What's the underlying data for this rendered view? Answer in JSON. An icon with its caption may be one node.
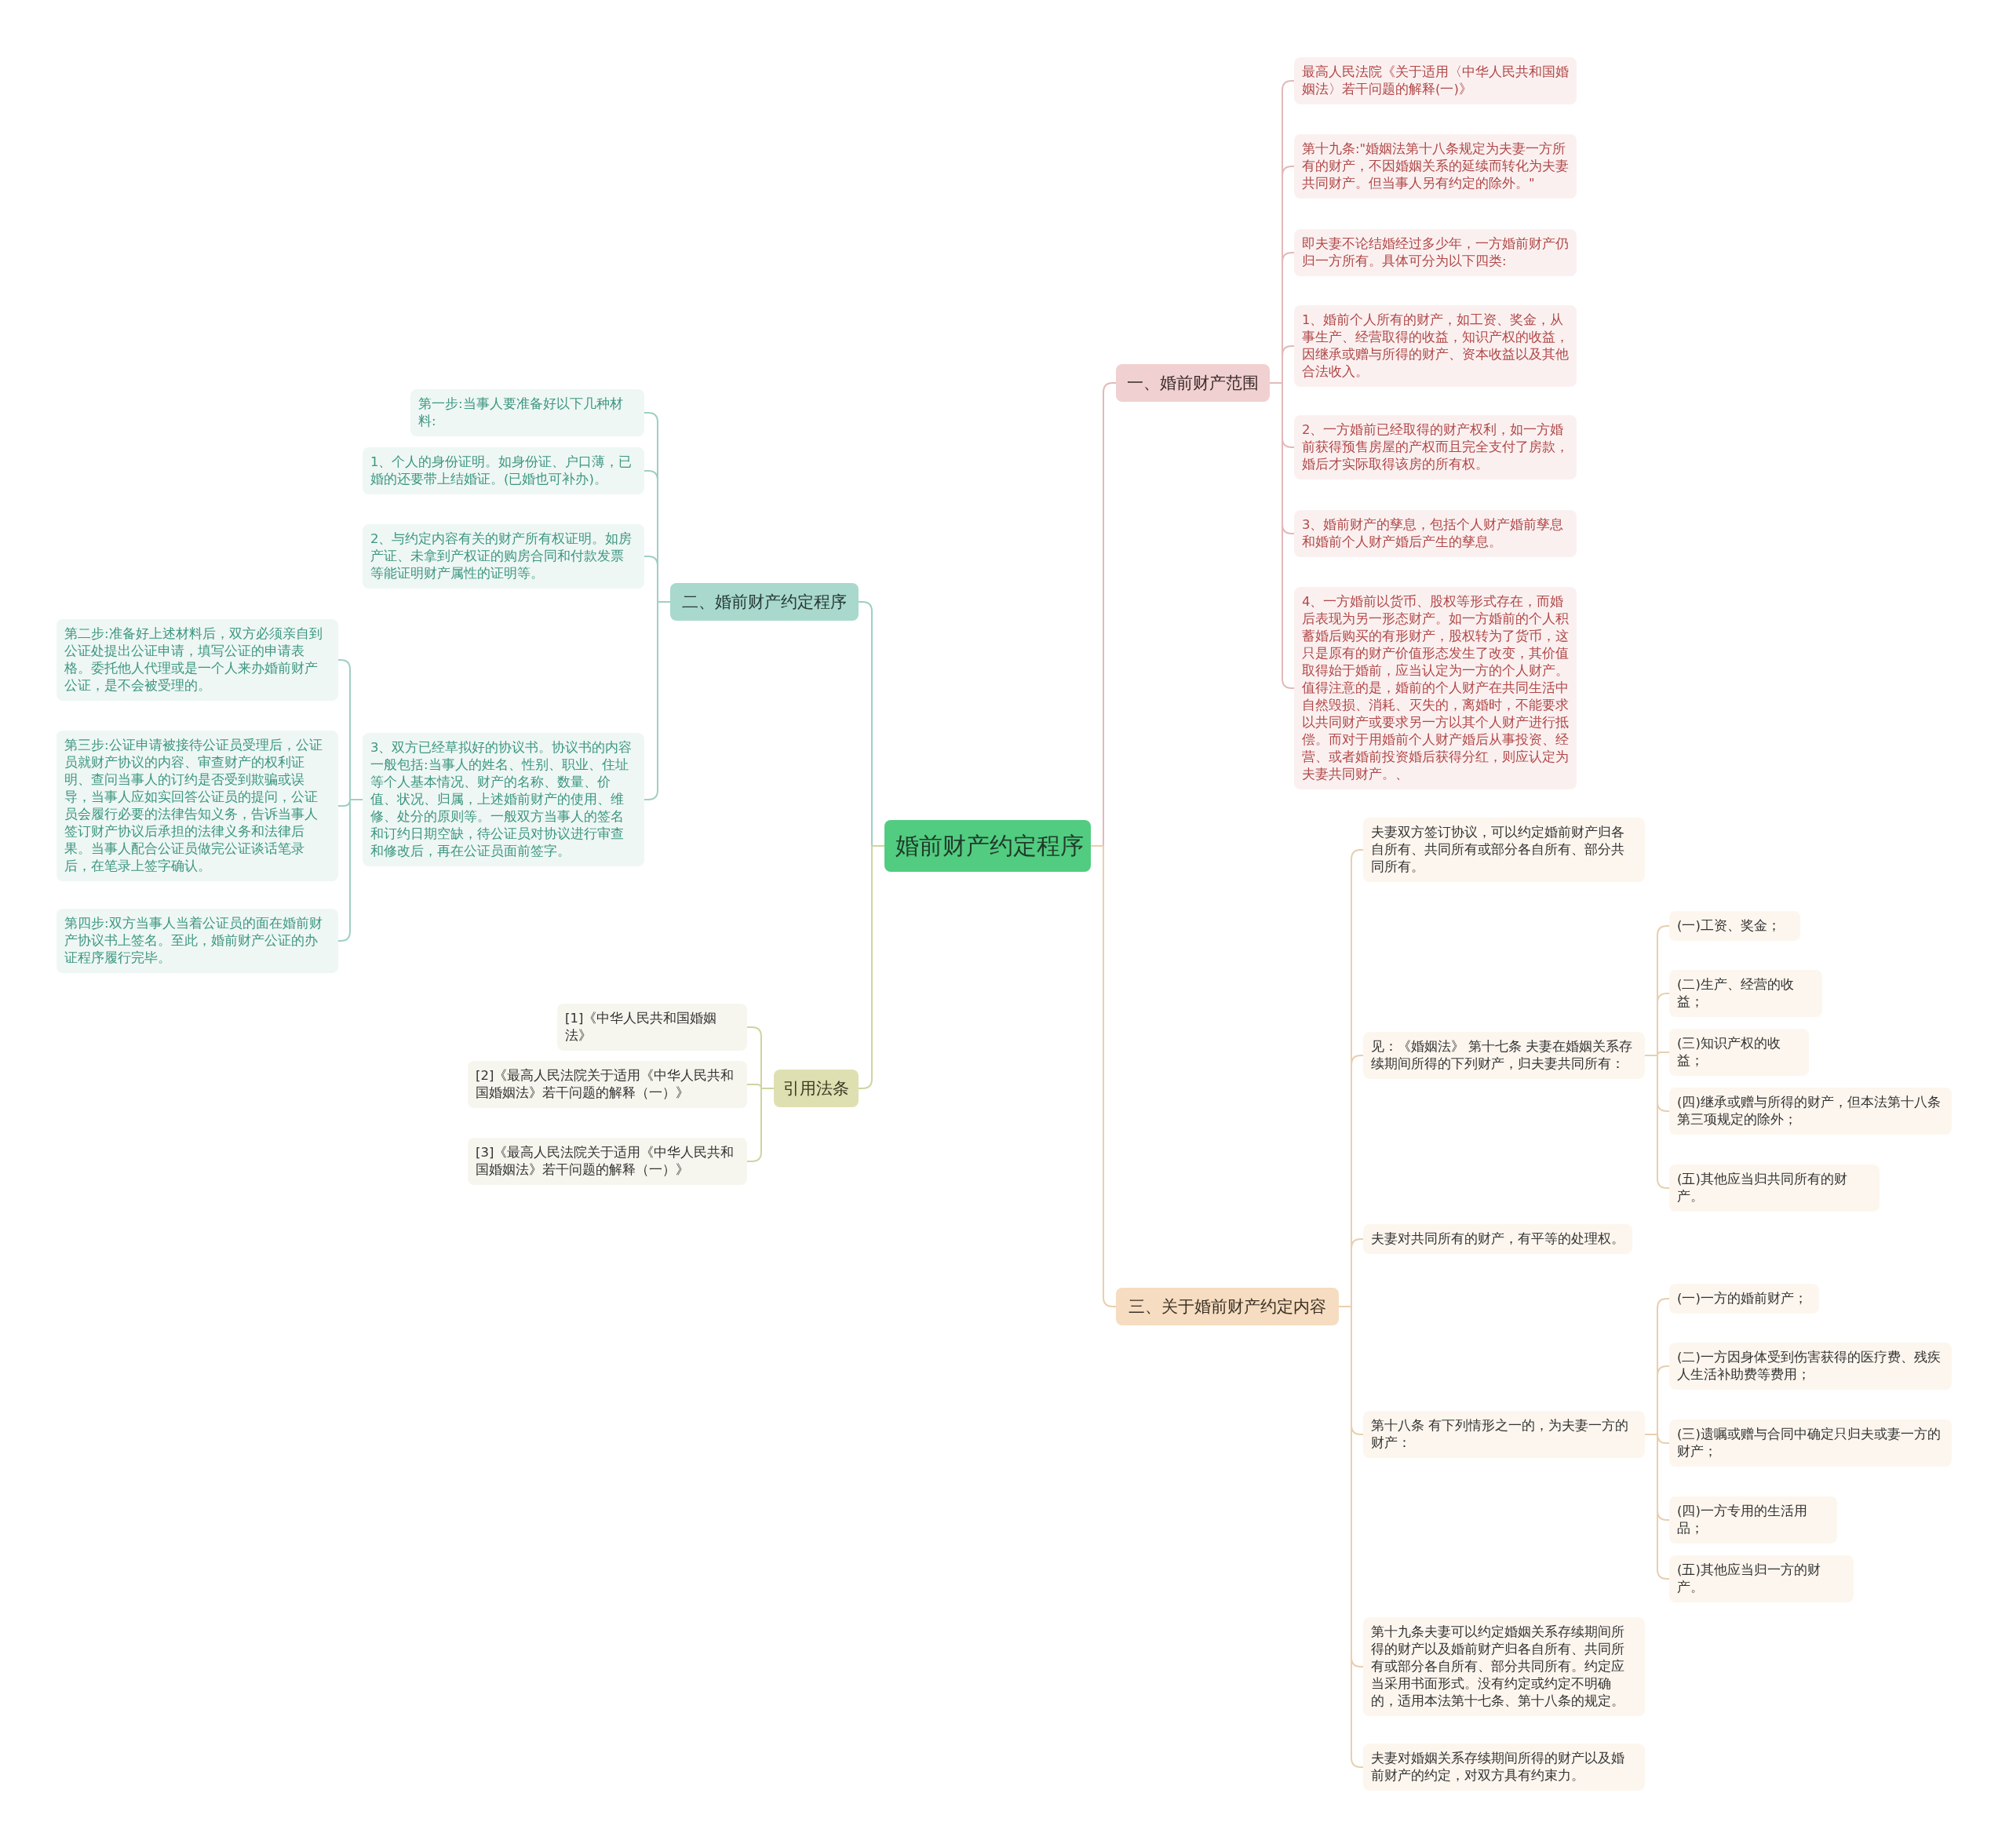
{
  "diagram": {
    "nodes": [
      {
        "text": [
          "婚前财产约定程序"
        ]
      },
      {
        "text": [
          "一、婚前财产范围"
        ]
      },
      {
        "text": [
          "最高人民法院《关于适用〈中华人民共和国婚姻法〉若干问题的解释(一)》"
        ]
      },
      {
        "text": [
          "第十九条:\"婚姻法第十八条规定为夫妻一方所有的财产，不因婚姻关系的延续而转化为夫妻共同财产。但当事人另有约定的除外。\""
        ]
      },
      {
        "text": [
          "即夫妻不论结婚经过多少年，一方婚前财产仍归一方所有。具体可分为以下四类:"
        ]
      },
      {
        "text": [
          "1、婚前个人所有的财产，如工资、奖金，从事生产、经营取得的收益，知识产权的收益，因继承或赠与所得的财产、资本收益以及其他合法收入。"
        ]
      },
      {
        "text": [
          "2、一方婚前已经取得的财产权利，如一方婚前获得预售房屋的产权而且完全支付了房款，婚后才实际取得该房的所有权。"
        ]
      },
      {
        "text": [
          "3、婚前财产的孳息，包括个人财产婚前孳息和婚前个人财产婚后产生的孳息。"
        ]
      },
      {
        "text": [
          "4、一方婚前以货币、股权等形式存在，而婚后表现为另一形态财产。如一方婚前的个人积蓄婚后购买的有形财产，股权转为了货币，这只是原有的财产价值形态发生了改变，其价值取得始于婚前，应当认定为一方的个人财产。值得注意的是，婚前的个人财产在共同生活中自然毁损、消耗、灭失的，离婚时，不能要求以共同财产或要求另一方以其个人财产进行抵偿。而对于用婚前个人财产婚后从事投资、经营、或者婚前投资婚后获得分红，则应认定为夫妻共同财产。、"
        ]
      },
      {
        "text": [
          "二、婚前财产约定程序"
        ]
      },
      {
        "text": [
          "第一步:当事人要准备好以下几种材料:"
        ]
      },
      {
        "text": [
          "1、个人的身份证明。如身份证、户口薄，已婚的还要带上结婚证。(已婚也可补办)。"
        ]
      },
      {
        "text": [
          "2、与约定内容有关的财产所有权证明。如房产证、未拿到产权证的购房合同和付款发票等能证明财产属性的证明等。"
        ]
      },
      {
        "text": [
          "3、双方已经草拟好的协议书。协议书的内容一般包括:当事人的姓名、性别、职业、住址等个人基本情况、财产的名称、数量、价值、状况、归属，上述婚前财产的使用、维修、处分的原则等。一般双方当事人的签名和订约日期空缺，待公证员对协议进行审查和修改后，再在公证员面前签字。"
        ]
      },
      {
        "text": [
          "第二步:准备好上述材料后，双方必须亲自到公证处提出公证申请，填写公证的申请表格。委托他人代理或是一个人来办婚前财产公证，是不会被受理的。"
        ]
      },
      {
        "text": [
          "第三步:公证申请被接待公证员受理后，公证员就财产协议的内容、审查财产的权利证明、查问当事人的订约是否受到欺骗或误导，当事人应如实回答公证员的提问，公证员会履行必要的法律告知义务，告诉当事人签订财产协议后承担的法律义务和法律后果。当事人配合公证员做完公证谈话笔录后，在笔录上签字确认。"
        ]
      },
      {
        "text": [
          "第四步:双方当事人当着公证员的面在婚前财产协议书上签名。至此，婚前财产公证的办证程序履行完毕。"
        ]
      },
      {
        "text": [
          "引用法条"
        ]
      },
      {
        "text": [
          "[1]《中华人民共和国婚姻法》"
        ]
      },
      {
        "text": [
          "[2]《最高人民法院关于适用《中华人民共和国婚姻法》若干问题的解释（一）》"
        ]
      },
      {
        "text": [
          "[3]《最高人民法院关于适用《中华人民共和国婚姻法》若干问题的解释（一）》"
        ]
      },
      {
        "text": [
          "三、关于婚前财产约定内容"
        ]
      },
      {
        "text": [
          "夫妻双方签订协议，可以约定婚前财产归各自所有、共同所有或部分各自所有、部分共同所有。"
        ]
      },
      {
        "text": [
          "见：《婚姻法》 第十七条 夫妻在婚姻关系存续期间所得的下列财产，归夫妻共同所有："
        ]
      },
      {
        "text": [
          "(一)工资、奖金；"
        ]
      },
      {
        "text": [
          "(二)生产、经营的收益；"
        ]
      },
      {
        "text": [
          "(三)知识产权的收益；"
        ]
      },
      {
        "text": [
          "(四)继承或赠与所得的财产，但本法第十八条第三项规定的除外；"
        ]
      },
      {
        "text": [
          "(五)其他应当归共同所有的财产。"
        ]
      },
      {
        "text": [
          "夫妻对共同所有的财产，有平等的处理权。"
        ]
      },
      {
        "text": [
          "第十八条 有下列情形之一的，为夫妻一方的财产："
        ]
      },
      {
        "text": [
          "(一)一方的婚前财产；"
        ]
      },
      {
        "text": [
          "(二)一方因身体受到伤害获得的医疗费、残疾人生活补助费等费用；"
        ]
      },
      {
        "text": [
          "(三)遗嘱或赠与合同中确定只归夫或妻一方的财产；"
        ]
      },
      {
        "text": [
          "(四)一方专用的生活用品；"
        ]
      },
      {
        "text": [
          "(五)其他应当归一方的财产。"
        ]
      },
      {
        "text": [
          "第十九条夫妻可以约定婚姻关系存续期间所得的财产以及婚前财产归各自所有、共同所有或部分各自所有、部分共同所有。约定应当采用书面形式。没有约定或约定不明确的，适用本法第十七条、第十八条的规定。"
        ]
      },
      {
        "text": [
          "夫妻对婚姻关系存续期间所得的财产以及婚前财产的约定，对双方具有约束力。"
        ]
      }
    ],
    "edges": [
      {
        "from": 0,
        "to": 1,
        "arrow": "none",
        "color": "#e3b9b9"
      },
      {
        "from": 1,
        "to": 2,
        "arrow": "none",
        "color": "#e3b9b9"
      },
      {
        "from": 1,
        "to": 3,
        "arrow": "none",
        "color": "#e3b9b9"
      },
      {
        "from": 1,
        "to": 4,
        "arrow": "none",
        "color": "#e3b9b9"
      },
      {
        "from": 1,
        "to": 5,
        "arrow": "none",
        "color": "#e3b9b9"
      },
      {
        "from": 1,
        "to": 6,
        "arrow": "none",
        "color": "#e3b9b9"
      },
      {
        "from": 1,
        "to": 7,
        "arrow": "none",
        "color": "#e3b9b9"
      },
      {
        "from": 1,
        "to": 8,
        "arrow": "none",
        "color": "#e3b9b9"
      },
      {
        "from": 0,
        "to": 9,
        "arrow": "none",
        "color": "#9fcfc4"
      },
      {
        "from": 9,
        "to": 10,
        "arrow": "none",
        "color": "#9fcfc4"
      },
      {
        "from": 9,
        "to": 11,
        "arrow": "none",
        "color": "#9fcfc4"
      },
      {
        "from": 9,
        "to": 12,
        "arrow": "none",
        "color": "#9fcfc4"
      },
      {
        "from": 9,
        "to": 13,
        "arrow": "none",
        "color": "#9fcfc4"
      },
      {
        "from": 13,
        "to": 14,
        "arrow": "none",
        "color": "#9fcfc4"
      },
      {
        "from": 13,
        "to": 15,
        "arrow": "none",
        "color": "#9fcfc4"
      },
      {
        "from": 13,
        "to": 16,
        "arrow": "none",
        "color": "#9fcfc4"
      },
      {
        "from": 0,
        "to": 17,
        "arrow": "none",
        "color": "#cfd4a0"
      },
      {
        "from": 17,
        "to": 18,
        "arrow": "none",
        "color": "#cfd4a0"
      },
      {
        "from": 17,
        "to": 19,
        "arrow": "none",
        "color": "#cfd4a0"
      },
      {
        "from": 17,
        "to": 20,
        "arrow": "none",
        "color": "#cfd4a0"
      },
      {
        "from": 0,
        "to": 21,
        "arrow": "none",
        "color": "#e8cfae"
      },
      {
        "from": 21,
        "to": 22,
        "arrow": "none",
        "color": "#e8cfae"
      },
      {
        "from": 21,
        "to": 23,
        "arrow": "none",
        "color": "#e8cfae"
      },
      {
        "from": 23,
        "to": 24,
        "arrow": "none",
        "color": "#e8cfae"
      },
      {
        "from": 23,
        "to": 25,
        "arrow": "none",
        "color": "#e8cfae"
      },
      {
        "from": 23,
        "to": 26,
        "arrow": "none",
        "color": "#e8cfae"
      },
      {
        "from": 23,
        "to": 27,
        "arrow": "none",
        "color": "#e8cfae"
      },
      {
        "from": 23,
        "to": 28,
        "arrow": "none",
        "color": "#e8cfae"
      },
      {
        "from": 21,
        "to": 29,
        "arrow": "none",
        "color": "#e8cfae"
      },
      {
        "from": 21,
        "to": 30,
        "arrow": "none",
        "color": "#e8cfae"
      },
      {
        "from": 30,
        "to": 31,
        "arrow": "none",
        "color": "#e8cfae"
      },
      {
        "from": 30,
        "to": 32,
        "arrow": "none",
        "color": "#e8cfae"
      },
      {
        "from": 30,
        "to": 33,
        "arrow": "none",
        "color": "#e8cfae"
      },
      {
        "from": 30,
        "to": 34,
        "arrow": "none",
        "color": "#e8cfae"
      },
      {
        "from": 30,
        "to": 35,
        "arrow": "none",
        "color": "#e8cfae"
      },
      {
        "from": 21,
        "to": 36,
        "arrow": "none",
        "color": "#e8cfae"
      },
      {
        "from": 21,
        "to": 37,
        "arrow": "none",
        "color": "#e8cfae"
      }
    ]
  }
}
